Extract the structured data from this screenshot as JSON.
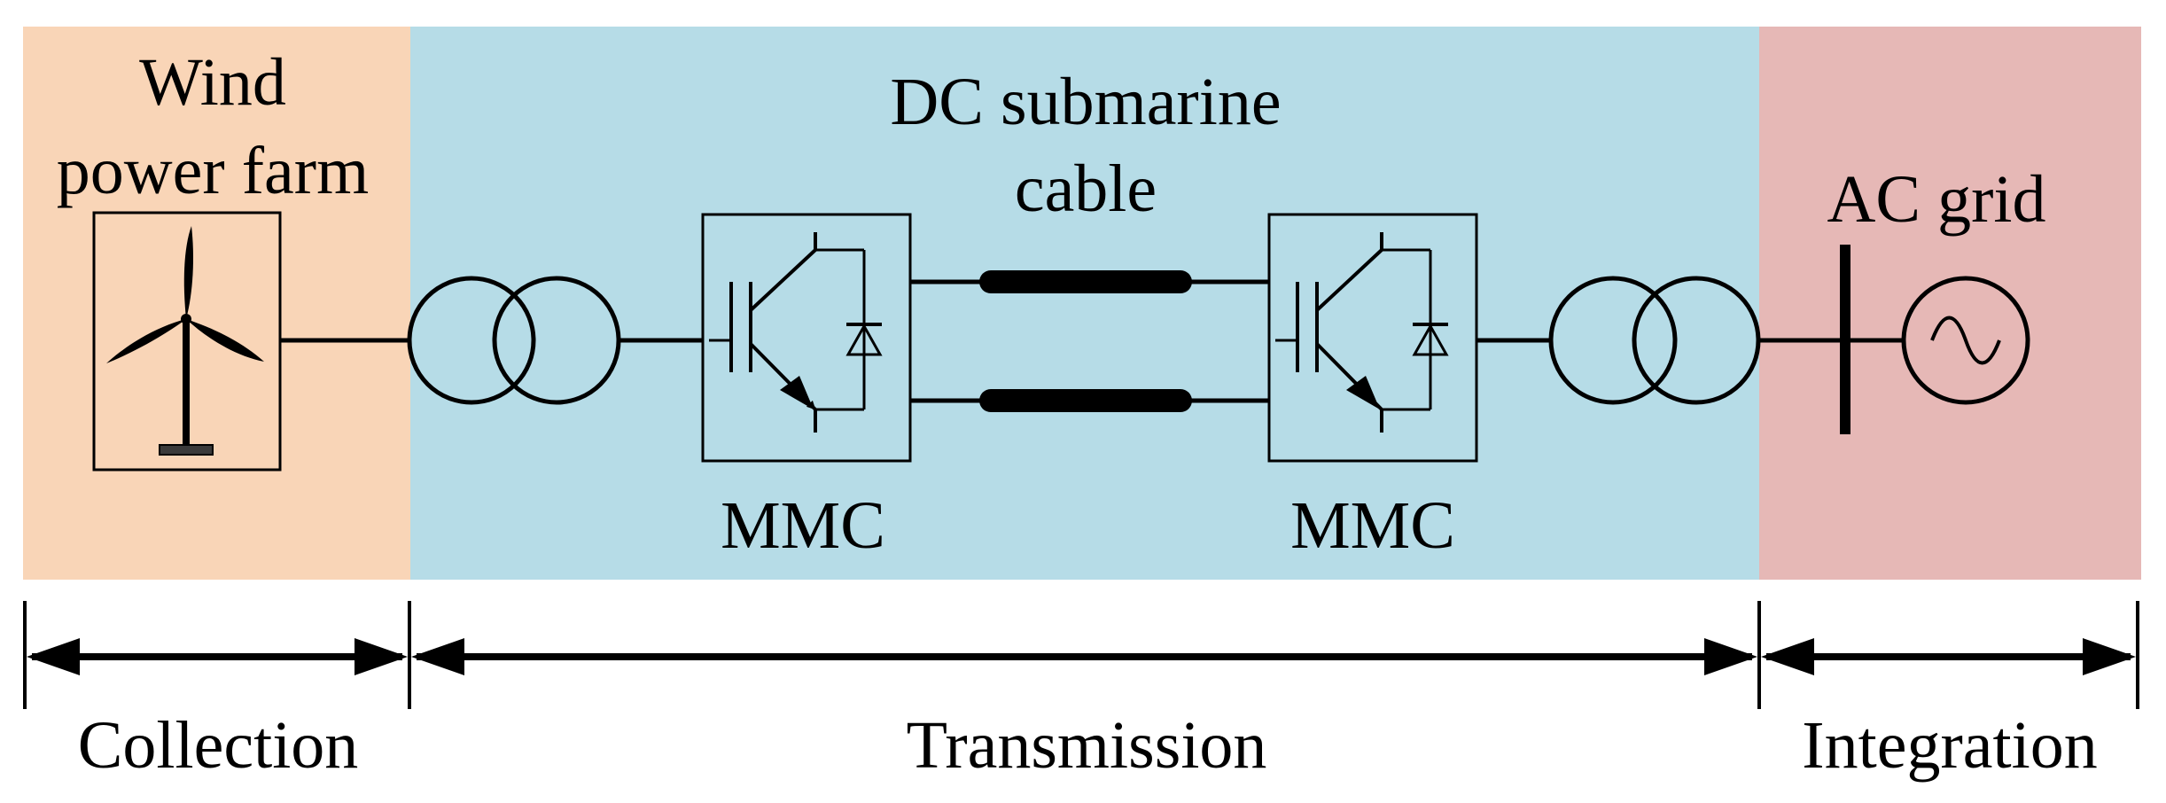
{
  "regions": {
    "collection": {
      "color": "#f9d5b7"
    },
    "transmission": {
      "color": "#b6dce7"
    },
    "integration": {
      "color": "#e6b8b6"
    }
  },
  "labels": {
    "wind_farm_line1": "Wind",
    "wind_farm_line2": "power farm",
    "cable_line1": "DC submarine",
    "cable_line2": "cable",
    "ac_grid": "AC grid",
    "mmc_left": "MMC",
    "mmc_right": "MMC"
  },
  "spans": {
    "collection": "Collection",
    "transmission": "Transmission",
    "integration": "Integration"
  },
  "icons": {
    "wind_turbine": "wind-turbine-icon",
    "transformer": "transformer-icon",
    "igbt": "igbt-diode-icon",
    "ac_source": "ac-source-icon"
  }
}
